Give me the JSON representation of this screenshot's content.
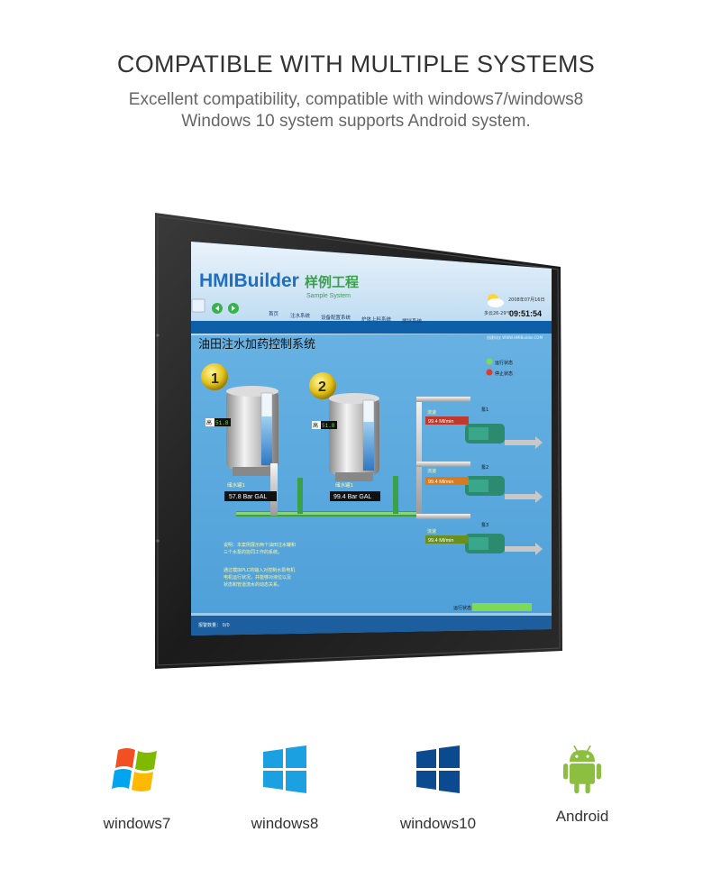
{
  "header": {
    "title": "COMPATIBLE WITH MULTIPLE SYSTEMS",
    "subtitle_line1": "Excellent compatibility, compatible with windows7/windows8",
    "subtitle_line2": "Windows 10 system supports Android system."
  },
  "hmi": {
    "brand": "HMIBuilder",
    "brand_cn": "样例工程",
    "brand_sub": "Sample System",
    "date": "2008年07月16日",
    "weather": "多云26-29℃",
    "time": "09:51:54",
    "nav": [
      "首页",
      "注水系统",
      "设备配置系统",
      "炉体上料系统",
      "搅拌系统"
    ],
    "company": "创建科技 WWW.HMIBuilder.COM",
    "main_title": "油田注水加药控制系统",
    "tank1": {
      "badge": "1",
      "level_tag": "高",
      "level_value": "51.8",
      "name": "储水罐1",
      "reading": "57.8 Bar GAL"
    },
    "tank2": {
      "badge": "2",
      "level_tag": "高",
      "level_value": "51.8",
      "name": "储水罐1",
      "reading": "99.4 Bar GAL"
    },
    "legend": {
      "running": "运行状态",
      "stopped": "停止状态"
    },
    "pumps": [
      {
        "label": "泵1",
        "flow_label": "流速",
        "flow": "99.4 Ml/min"
      },
      {
        "label": "泵2",
        "flow_label": "流速",
        "flow": "99.4 Ml/min"
      },
      {
        "label": "泵3",
        "flow_label": "流速",
        "flow": "99.4 Ml/min"
      }
    ],
    "description": [
      "说明：本案例展示两个油田注水罐和",
      "三个水泵的协同工作的系统。",
      "",
      "通过模拟PLC的输入对控制水泵电机",
      "电机运行状况，并能够对液位以及",
      "状态和管道流水的动态关系。"
    ],
    "status_left": "报警数量： 0/0",
    "status_right": "运行状态"
  },
  "os": [
    {
      "name": "windows7",
      "icon": "windows7-logo-icon",
      "colors": [
        "#f25022",
        "#7fba00",
        "#00a4ef",
        "#ffb900"
      ]
    },
    {
      "name": "windows8",
      "icon": "windows8-logo-icon",
      "color": "#1ba1e2"
    },
    {
      "name": "windows10",
      "icon": "windows10-logo-icon",
      "color": "#0b4a8f"
    },
    {
      "name": "Android",
      "icon": "android-logo-icon",
      "color": "#8cbf3f"
    }
  ]
}
